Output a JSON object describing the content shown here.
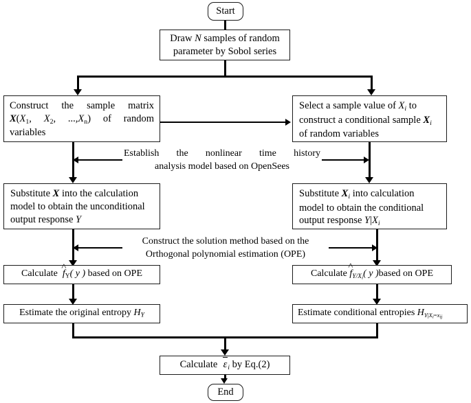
{
  "diagram": {
    "title": "Entropy-based global sensitivity analysis flowchart",
    "nodes": {
      "start": {
        "label": "Start",
        "shape": "terminal"
      },
      "draw": {
        "label": "Draw N samples of random parameter by Sobol series",
        "shape": "process"
      },
      "construct_matrix": {
        "label": "Construct the sample matrix X(X1, X2, ..., Xn) of random variables",
        "shape": "process"
      },
      "select_sample": {
        "label": "Select a sample value of Xi to construct a conditional sample Xi of random variables",
        "shape": "process"
      },
      "substitute_x": {
        "label": "Substitute X into the calculation model to obtain the unconditional output response Y",
        "shape": "process"
      },
      "substitute_xi": {
        "label": "Substitute Xi into calculation model to obtain the conditional output response Y|Xi",
        "shape": "process"
      },
      "calc_fy": {
        "label": "Calculate f̂Y (y) based on OPE",
        "shape": "process"
      },
      "calc_fyxi": {
        "label": "Calculate f̂Y/Xi (y) based on OPE",
        "shape": "process"
      },
      "estimate_hy": {
        "label": "Estimate the original entropy HY",
        "shape": "process"
      },
      "estimate_cond": {
        "label": "Estimate conditional entropies HY|Xi=xij",
        "shape": "process"
      },
      "calc_eps": {
        "label": "Calculate ε̄i by Eq.(2)",
        "shape": "process"
      },
      "end": {
        "label": "End",
        "shape": "terminal"
      }
    },
    "annotations": {
      "opensees": {
        "line1": "Establish the nonlinear time history",
        "line2": "analysis model based on OpenSees"
      },
      "ope": {
        "line1": "Construct the solution method based on the",
        "line2": "Orthogonal polynomial estimation (OPE)"
      }
    },
    "text_fragments": {
      "draw_l1_a": "Draw ",
      "draw_l1_N": "N",
      "draw_l1_b": " samples of random",
      "draw_l2": "parameter by Sobol series",
      "cm_l1": "Construct the sample matrix",
      "cm_l2_X": "X",
      "cm_l2_open": "(",
      "cm_l2_X1": "X",
      "cm_l2_s1": "1",
      "cm_l2_c1": ", ",
      "cm_l2_X2": "X",
      "cm_l2_s2": "2",
      "cm_l2_c2": ", ",
      "cm_l2_dots": "...,",
      "cm_l2_Xn": "X",
      "cm_l2_sn": "n",
      "cm_l2_close": ") of random",
      "cm_l3": "variables",
      "ss_l1_a": "Select a sample value of ",
      "ss_l1_X": "X",
      "ss_l1_i": "i",
      "ss_l1_b": " to",
      "ss_l2_a": "construct a conditional sample ",
      "ss_l2_X": "X",
      "ss_l2_i": "i",
      "ss_l3": "of random variables",
      "sx_l1_a": "Substitute ",
      "sx_l1_X": "X",
      "sx_l1_b": " into the calculation",
      "sx_l2": "model to obtain the unconditional",
      "sx_l3_a": "output response ",
      "sx_l3_Y": "Y",
      "sxi_l1_a": "Substitute ",
      "sxi_l1_X": "X",
      "sxi_l1_i": "i",
      "sxi_l1_b": " into calculation",
      "sxi_l2": "model to obtain the conditional",
      "sxi_l3_a": "output response ",
      "sxi_l3_Y": "Y",
      "sxi_l3_bar": "|",
      "sxi_l3_X": "X",
      "sxi_l3_i": "i",
      "fy_a": "Calculate",
      "fy_f": "f",
      "fy_sub": "Y",
      "fy_arg": "( y )",
      "fy_b": "based on OPE",
      "fyx_a": "Calculate",
      "fyx_f": "f",
      "fyx_sub": "Y/X",
      "fyx_sub2": "i",
      "fyx_arg": "( y )",
      "fyx_b": "based on OPE",
      "hy_a": "Estimate the original entropy ",
      "hy_H": "H",
      "hy_sub": "Y",
      "hc_a": "Estimate conditional entropies ",
      "hc_H": "H",
      "hc_sub_Y": "Y",
      "hc_sub_bar": "|",
      "hc_sub_X": "X",
      "hc_sub_i": "i",
      "hc_sub_eq": "=",
      "hc_sub_x": "x",
      "hc_sub_ij": "ij",
      "eps_a": "Calculate",
      "eps_e": "ε",
      "eps_i": "i",
      "eps_b": "by Eq.(2)"
    }
  }
}
